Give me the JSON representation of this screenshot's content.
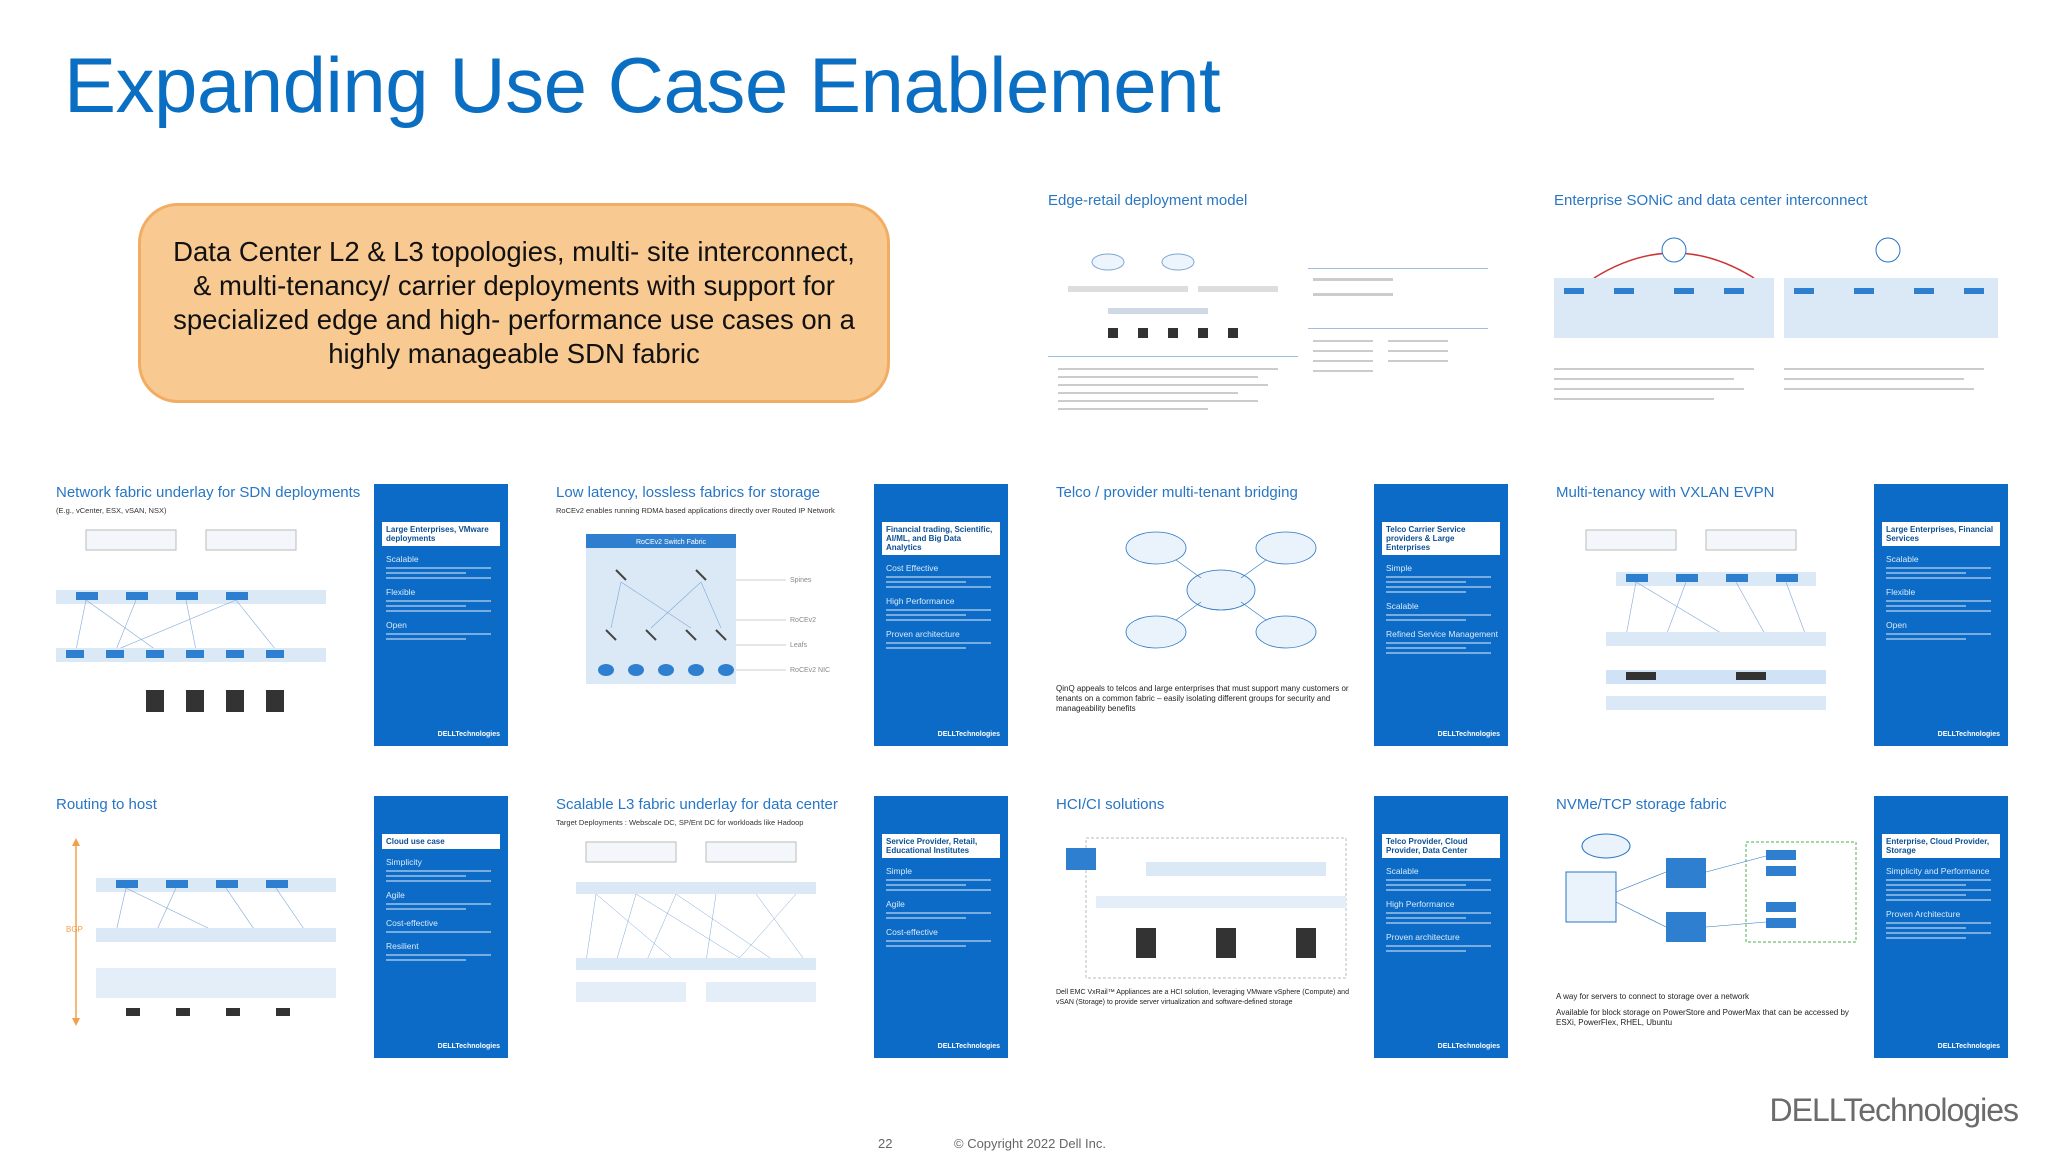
{
  "slide": {
    "title": "Expanding Use Case Enablement",
    "callout": "Data Center L2 & L3 topologies, multi- site interconnect, & multi-tenancy/ carrier deployments  with support for specialized edge and high- performance use cases on a highly manageable SDN fabric",
    "page_number": "22",
    "copyright": "© Copyright 2022 Dell Inc.",
    "logo_text": "DELLTechnologies"
  },
  "thumbnails": [
    {
      "title": "Edge-retail deployment model",
      "subtitle": "",
      "panel_head": "",
      "panel_sections": []
    },
    {
      "title": "Enterprise SONiC and data center interconnect",
      "subtitle": "",
      "panel_head": "",
      "panel_sections": []
    },
    {
      "title": "Network fabric underlay for SDN deployments",
      "subtitle": "(E.g., vCenter, ESX, vSAN, NSX)",
      "panel_head": "Large Enterprises, VMware deployments",
      "panel_sections": [
        "Scalable",
        "Flexible",
        "Open"
      ]
    },
    {
      "title": "Low latency, lossless fabrics for storage",
      "subtitle": "RoCEv2 enables running RDMA based applications directly over Routed IP Network",
      "panel_head": "Financial trading, Scientific, AI/ML, and Big Data Analytics",
      "panel_sections": [
        "Cost Effective",
        "High Performance",
        "Proven architecture"
      ]
    },
    {
      "title": "Telco / provider multi-tenant bridging",
      "subtitle": "",
      "panel_head": "Telco Carrier Service providers & Large Enterprises",
      "panel_sections": [
        "Simple",
        "Scalable",
        "Refined Service Management"
      ]
    },
    {
      "title": "Multi-tenancy with VXLAN EVPN",
      "subtitle": "",
      "panel_head": "Large Enterprises, Financial Services",
      "panel_sections": [
        "Scalable",
        "Flexible",
        "Open"
      ]
    },
    {
      "title": "Routing to host",
      "subtitle": "",
      "panel_head": "Cloud use case",
      "panel_sections": [
        "Simplicity",
        "Agile",
        "Cost-effective",
        "Resilient"
      ]
    },
    {
      "title": "Scalable L3 fabric underlay for data center",
      "subtitle": "Target Deployments : Webscale DC, SP/Ent DC for workloads like Hadoop",
      "panel_head": "Service Provider, Retail, Educational Institutes",
      "panel_sections": [
        "Simple",
        "Agile",
        "Cost-effective"
      ]
    },
    {
      "title": "HCI/CI solutions",
      "subtitle": "",
      "panel_head": "Telco Provider, Cloud Provider, Data Center",
      "panel_sections": [
        "Scalable",
        "High Performance",
        "Proven architecture"
      ]
    },
    {
      "title": "NVMe/TCP storage fabric",
      "subtitle": "",
      "panel_head": "Enterprise, Cloud Provider, Storage",
      "panel_sections": [
        "Simplicity and Performance",
        "Proven Architecture"
      ]
    }
  ],
  "thumb_texts": {
    "telco_desc": "QinQ appeals to telcos and large enterprises that must support many customers or tenants on a common fabric – easily isolating different groups for security and manageability benefits",
    "nvme_desc1": "A way for servers to connect to storage over a network",
    "nvme_desc2": "Available for block storage on PowerStore and PowerMax that can be accessed by ESXi, PowerFlex, RHEL, Ubuntu",
    "hci_desc": "Dell EMC VxRail™ Appliances are a HCI solution, leveraging VMware vSphere (Compute) and vSAN (Storage) to provide server virtualization and software-defined storage",
    "roce_fabric": "RoCEv2 Switch Fabric",
    "bgp_label": "BGP",
    "panel_brand": "DELLTechnologies"
  }
}
